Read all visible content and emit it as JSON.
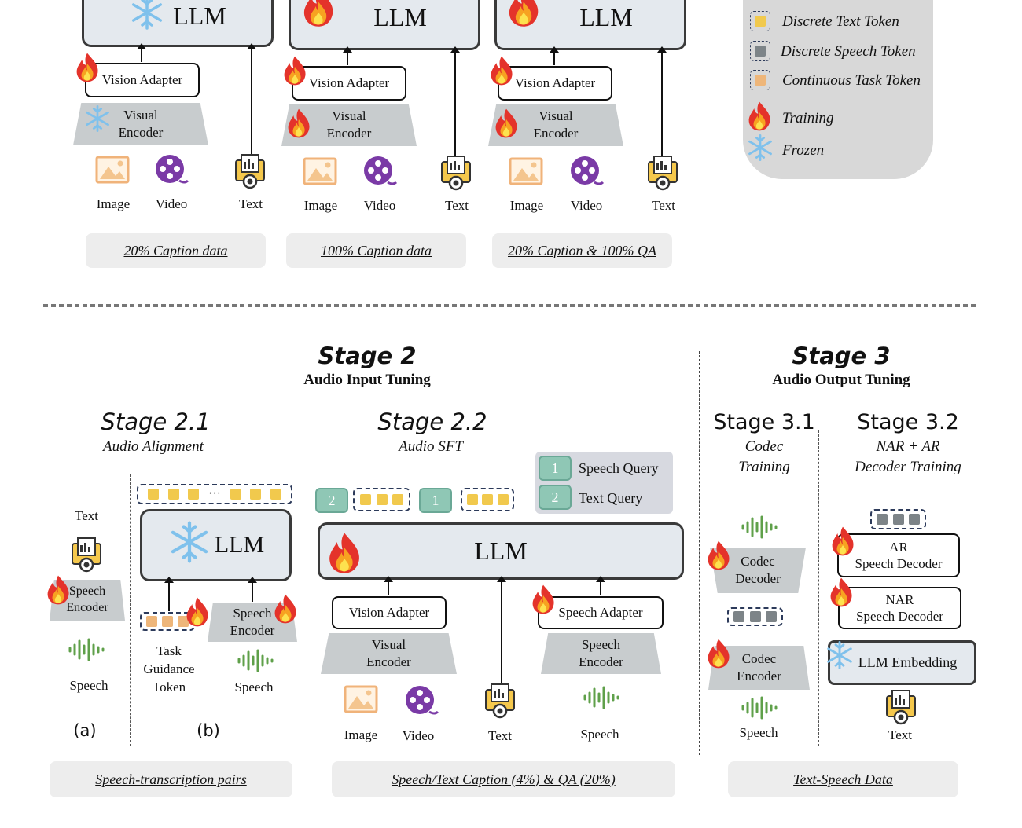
{
  "llm": "LLM",
  "vision_adapter": "Vision Adapter",
  "visual_encoder": "Visual\nEncoder",
  "speech_encoder": "Speech\nEncoder",
  "speech_adapter": "Speech Adapter",
  "labels": {
    "image": "Image",
    "video": "Video",
    "text": "Text",
    "speech": "Speech"
  },
  "stage1": {
    "captions": [
      "20% Caption data",
      "100% Caption data",
      "20% Caption & 100% QA"
    ]
  },
  "legend": {
    "items": [
      "Discrete Text Token",
      "Discrete Speech Token",
      "Continuous Task Token",
      "Training",
      "Frozen"
    ]
  },
  "stage2": {
    "title": "Stage 2",
    "subtitle": "Audio Input Tuning",
    "s21_title": "Stage 2.1",
    "s21_sub": "Audio Alignment",
    "s22_title": "Stage 2.2",
    "s22_sub": "Audio SFT",
    "task_token": "Task\nGuidance\nToken",
    "part_a": "(a)",
    "part_b": "(b)",
    "ellipsis": "···",
    "query1_num": "1",
    "query1": "Speech Query",
    "query2_num": "2",
    "query2": "Text Query",
    "caption_21": "Speech-transcription pairs",
    "caption_22": "Speech/Text Caption (4%) & QA (20%)"
  },
  "stage3": {
    "title": "Stage 3",
    "subtitle": "Audio Output Tuning",
    "s31_title": "Stage 3.1",
    "s31_sub": "Codec\nTraining",
    "s32_title": "Stage 3.2",
    "s32_sub": "NAR + AR\nDecoder Training",
    "codec_decoder": "Codec\nDecoder",
    "codec_encoder": "Codec\nEncoder",
    "ar_decoder": "AR\nSpeech Decoder",
    "nar_decoder": "NAR\nSpeech Decoder",
    "llm_embedding": "LLM Embedding",
    "caption": "Text-Speech Data"
  },
  "colors": {
    "llm_bg": "#e4e9ee",
    "encoder": "#c8ccce",
    "text_token": "#f1c94d",
    "speech_token": "#7d8488",
    "task_token": "#eeb67a",
    "query": "#8fc7b5",
    "caption_bg": "#ededed"
  }
}
